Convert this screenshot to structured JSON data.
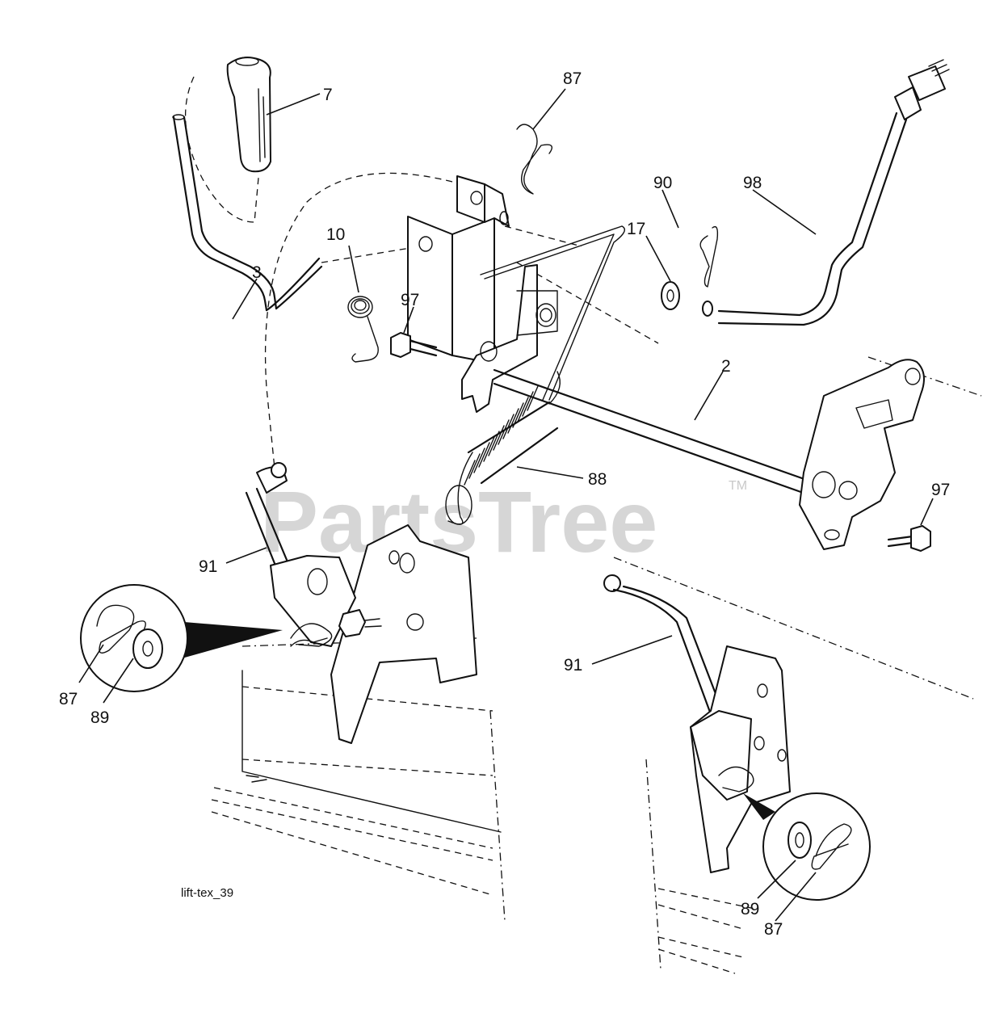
{
  "diagram": {
    "caption": "lift-tex_39",
    "watermark": "PartsTree",
    "trademark": "TM",
    "callouts": [
      {
        "id": "c7",
        "label": "7"
      },
      {
        "id": "c87a",
        "label": "87"
      },
      {
        "id": "c90",
        "label": "90"
      },
      {
        "id": "c98",
        "label": "98"
      },
      {
        "id": "c10",
        "label": "10"
      },
      {
        "id": "c17",
        "label": "17"
      },
      {
        "id": "c3",
        "label": "3"
      },
      {
        "id": "c97a",
        "label": "97"
      },
      {
        "id": "c2",
        "label": "2"
      },
      {
        "id": "c88",
        "label": "88"
      },
      {
        "id": "c97b",
        "label": "97"
      },
      {
        "id": "c91a",
        "label": "91"
      },
      {
        "id": "c87b",
        "label": "87"
      },
      {
        "id": "c89a",
        "label": "89"
      },
      {
        "id": "c91b",
        "label": "91"
      },
      {
        "id": "c89b",
        "label": "89"
      },
      {
        "id": "c87c",
        "label": "87"
      }
    ]
  }
}
